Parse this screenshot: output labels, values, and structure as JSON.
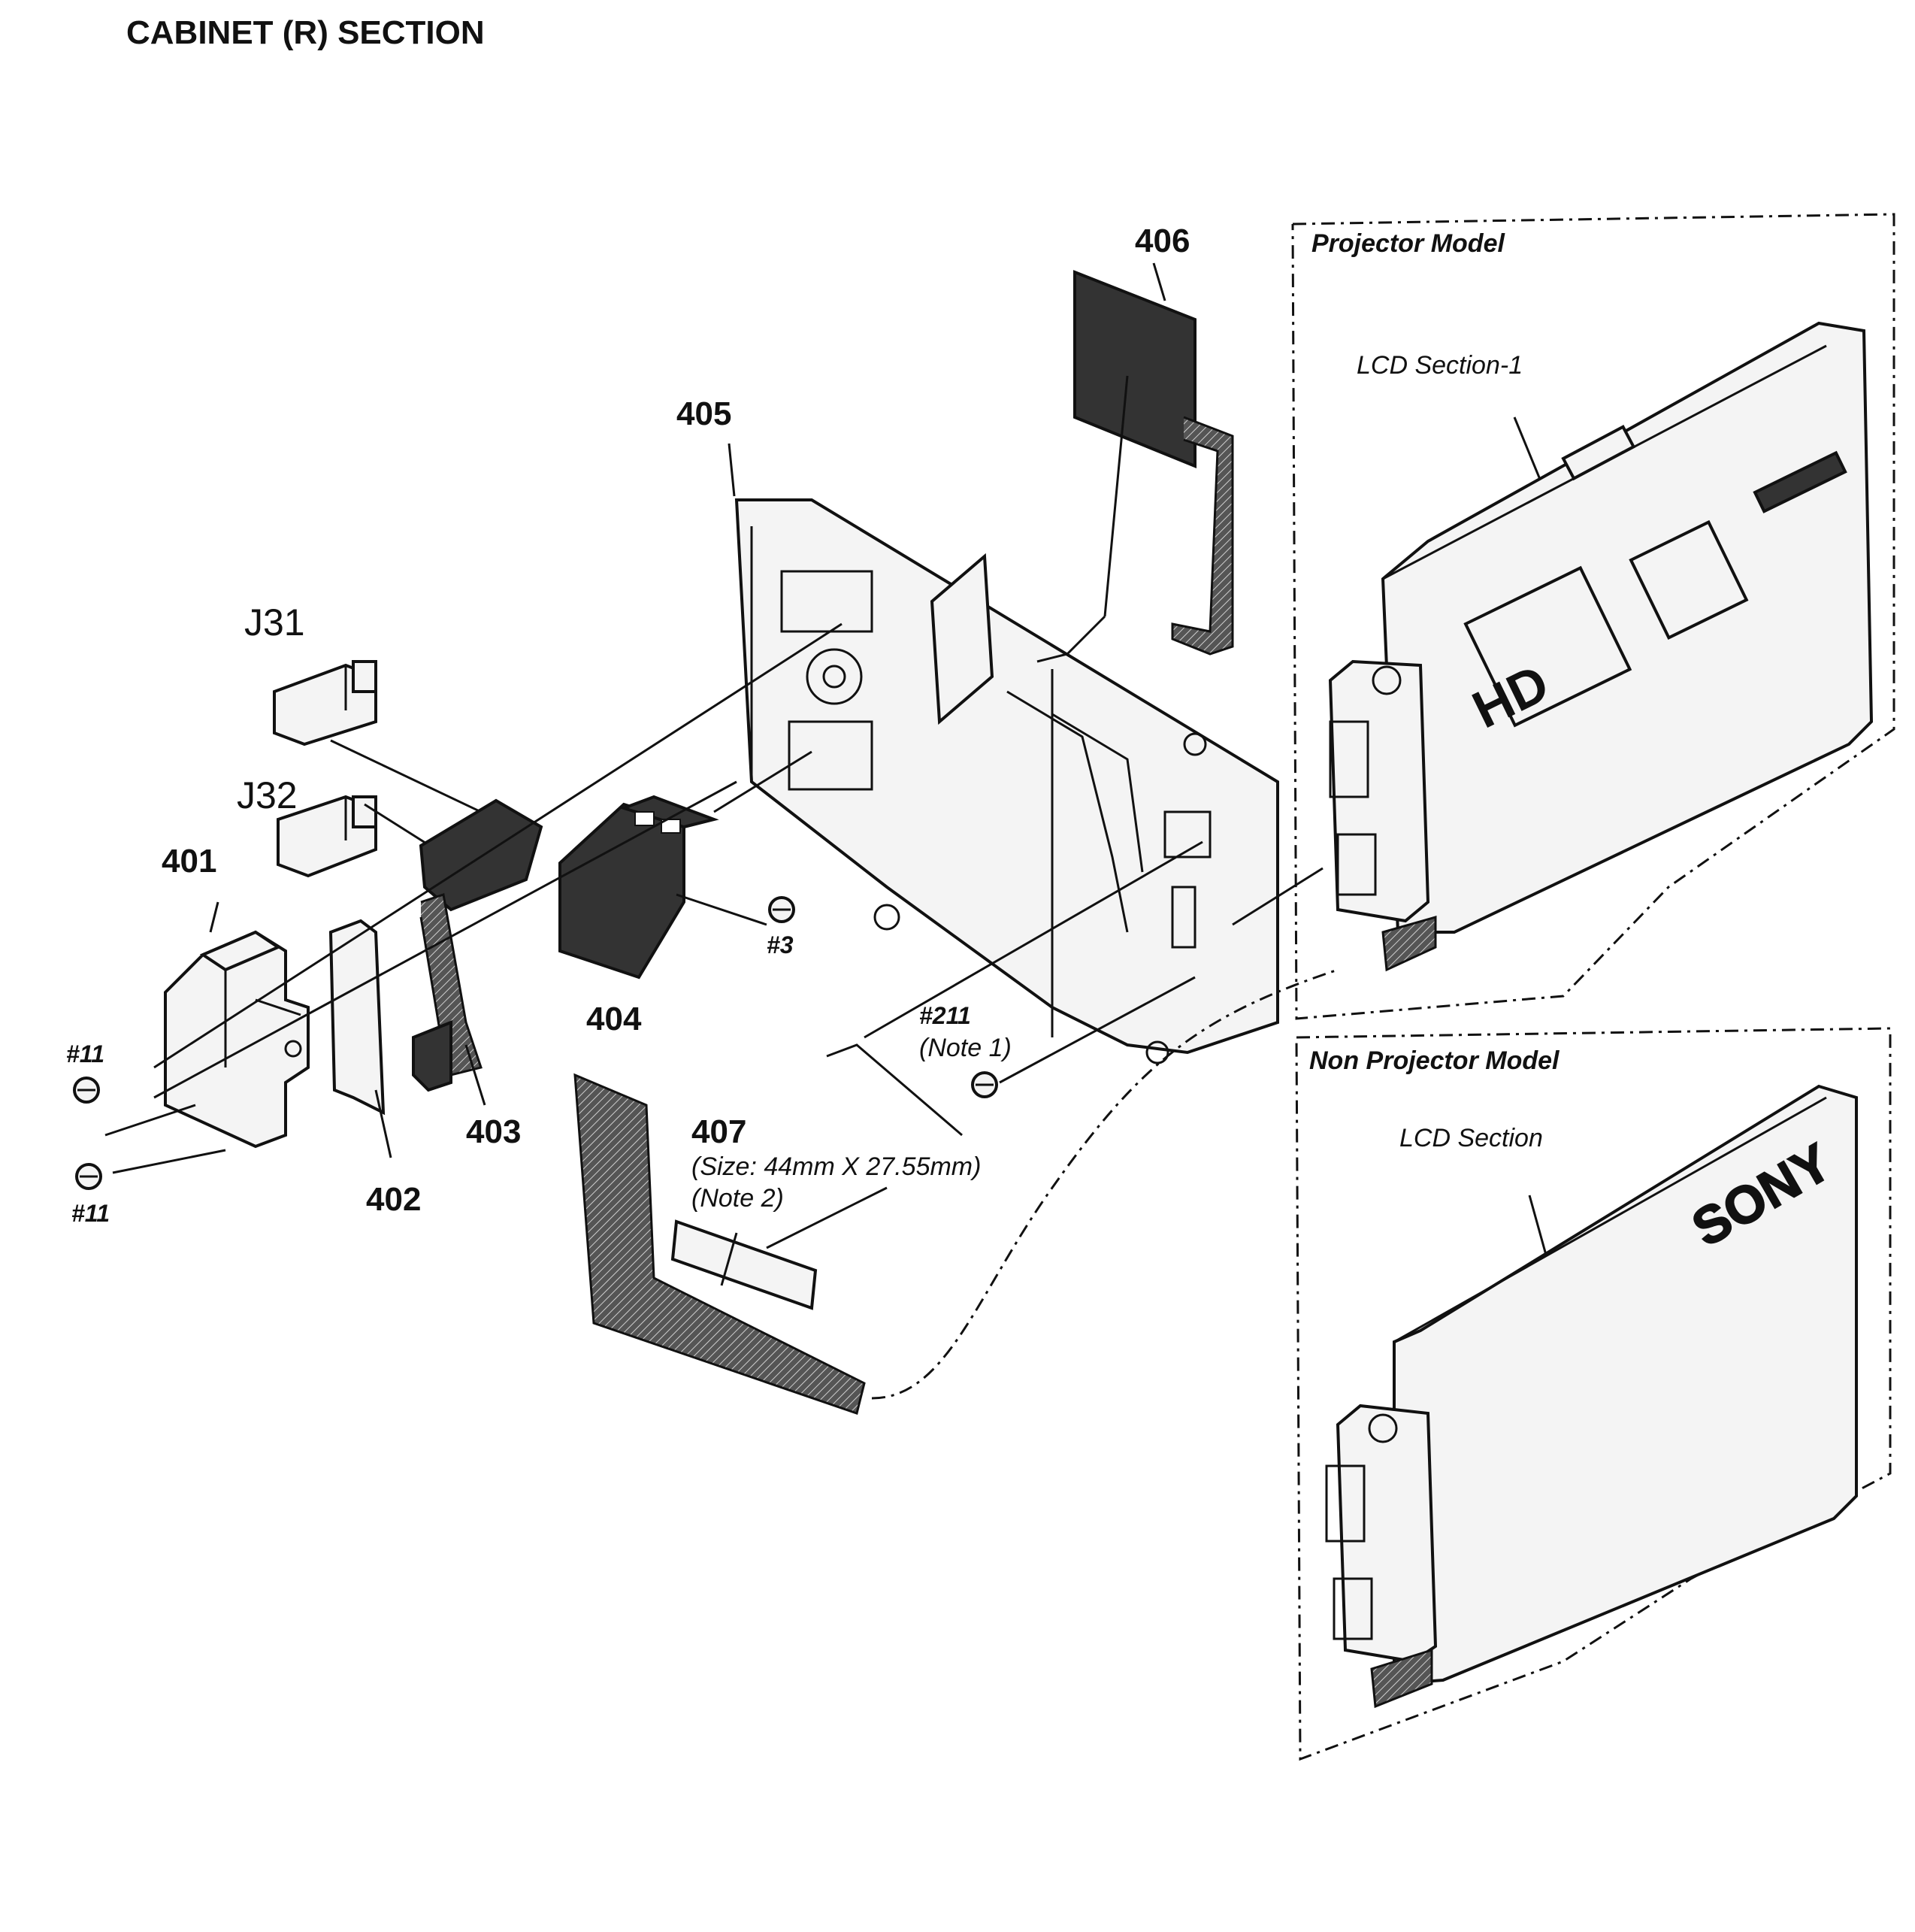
{
  "title": "CABINET (R) SECTION",
  "labels": {
    "p401": "401",
    "p402": "402",
    "p403": "403",
    "p404": "404",
    "p405": "405",
    "p406": "406",
    "p407": "407",
    "j31": "J31",
    "j32": "J32",
    "screw11a": "#11",
    "screw11b": "#11",
    "screw3": "#3",
    "screw211": "#211",
    "note1": "(Note 1)",
    "size407": "(Size: 44mm X 27.55mm)",
    "note2": "(Note 2)"
  },
  "projector_box": {
    "title": "Projector Model",
    "section_label": "LCD Section-1",
    "badge_hd": "HD"
  },
  "non_projector_box": {
    "title": "Non Projector Model",
    "section_label": "LCD Section",
    "logo": "SONY"
  }
}
